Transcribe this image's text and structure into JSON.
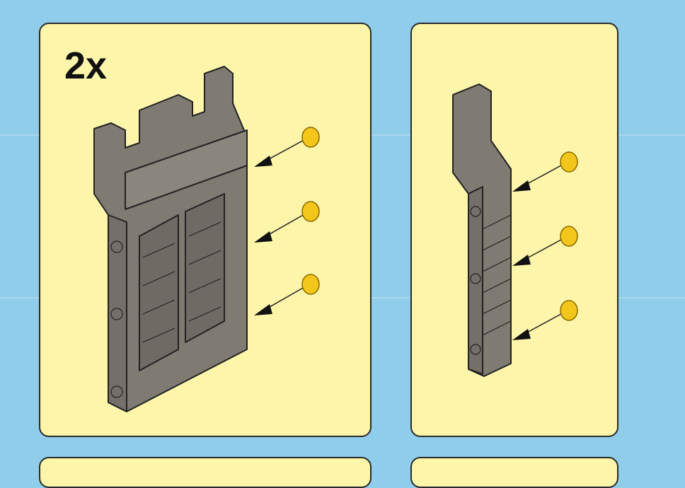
{
  "step_panels": [
    {
      "quantity_label": "2x",
      "part": "castle-wall-panel",
      "pins": 3
    },
    {
      "part": "wall-side-post",
      "pins": 3
    }
  ],
  "colors": {
    "background": "#8fcdea",
    "panel": "#fdf6aa",
    "part_gray": "#7f7a72",
    "pin_yellow": "#f2c61a"
  }
}
